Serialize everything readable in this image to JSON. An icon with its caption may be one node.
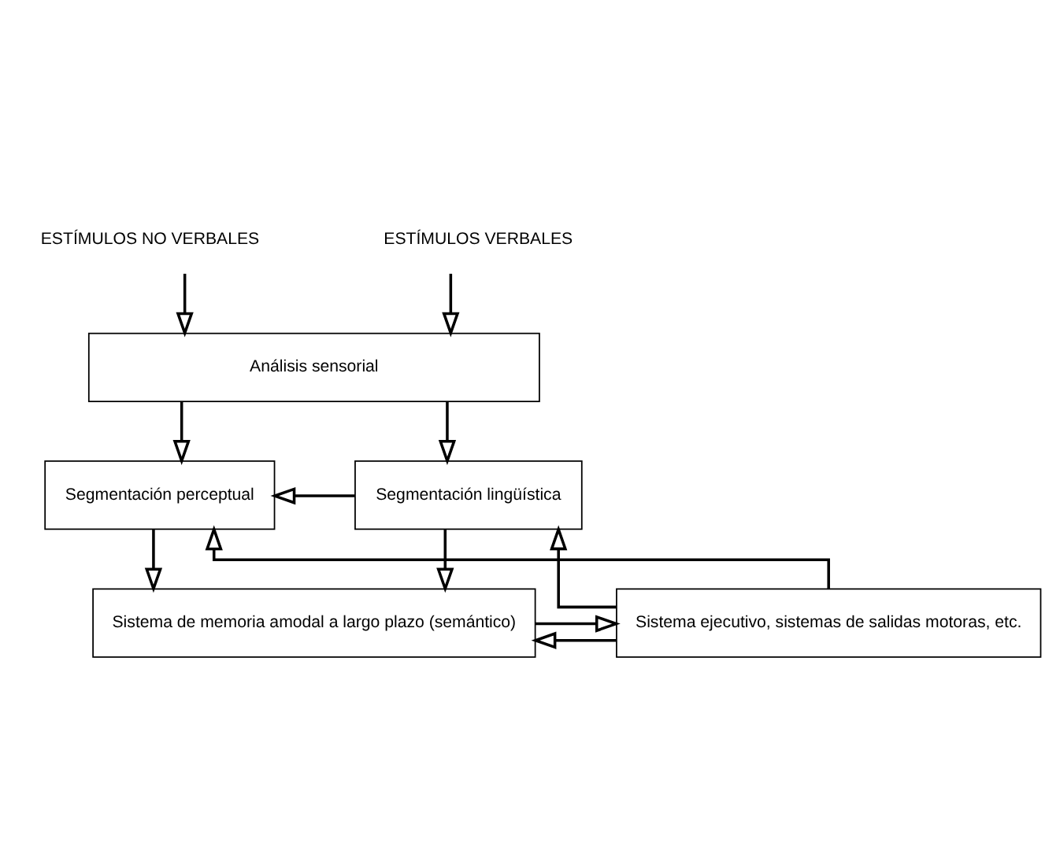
{
  "diagram": {
    "nodes": [
      {
        "text": [
          "ESTÍMULOS NO VERBALES"
        ]
      },
      {
        "text": [
          "ESTÍMULOS VERBALES"
        ]
      },
      {
        "text": [
          "Análisis sensorial"
        ]
      },
      {
        "text": [
          "Segmentación perceptual"
        ]
      },
      {
        "text": [
          "Segmentación lingüística"
        ]
      },
      {
        "text": [
          "Sistema de memoria amodal a largo plazo (semántico)"
        ]
      },
      {
        "text": [
          "Sistema ejecutivo, sistemas de salidas motoras, etc."
        ]
      }
    ],
    "edges": [
      {
        "from": 0,
        "to": 2,
        "arrow": "to"
      },
      {
        "from": 1,
        "to": 2,
        "arrow": "to"
      },
      {
        "from": 2,
        "to": 3,
        "arrow": "to"
      },
      {
        "from": 2,
        "to": 4,
        "arrow": "to"
      },
      {
        "from": 3,
        "to": 5,
        "arrow": "to"
      },
      {
        "from": 4,
        "to": 3,
        "arrow": "to"
      },
      {
        "from": 4,
        "to": 5,
        "arrow": "to"
      },
      {
        "from": 6,
        "to": 4,
        "arrow": "to"
      },
      {
        "from": 6,
        "to": 5,
        "arrow": "to"
      },
      {
        "from": 6,
        "to": 3,
        "arrow": "to"
      },
      {
        "from": 5,
        "to": 6,
        "arrow": "to"
      }
    ]
  }
}
